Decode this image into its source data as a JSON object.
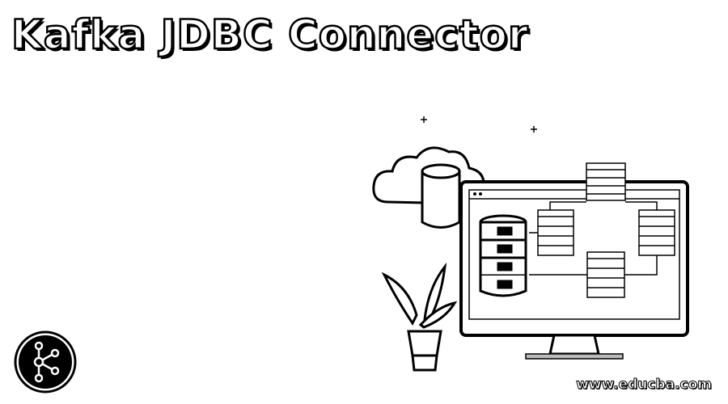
{
  "header": {
    "title": "Kafka JDBC Connector"
  },
  "footer": {
    "watermark": "www.educba.com"
  },
  "icons": {
    "logo": "kafka-logo-icon",
    "illustration": "database-connector-illustration"
  },
  "colors": {
    "ink": "#000000",
    "paper": "#ffffff",
    "accent": "#d8d8d8"
  }
}
